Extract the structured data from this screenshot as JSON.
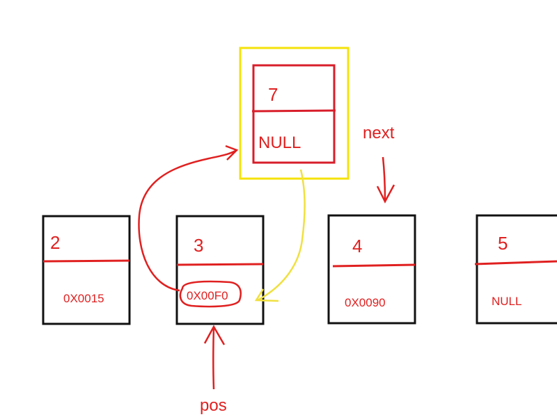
{
  "colors": {
    "node_border": "#111111",
    "divider": "#e02020",
    "text": "#e02020",
    "highlight": "#f5e20a",
    "yellow_arrow": "#f0e040",
    "red_arrow": "#e02020"
  },
  "new_node": {
    "value": "7",
    "next": "NULL"
  },
  "nodes": [
    {
      "value": "2",
      "next": "0X0015"
    },
    {
      "value": "3",
      "next": "0X00F0"
    },
    {
      "value": "4",
      "next": "0X0090"
    },
    {
      "value": "5",
      "next": "NULL"
    }
  ],
  "labels": {
    "next": "next",
    "pos": "pos"
  }
}
